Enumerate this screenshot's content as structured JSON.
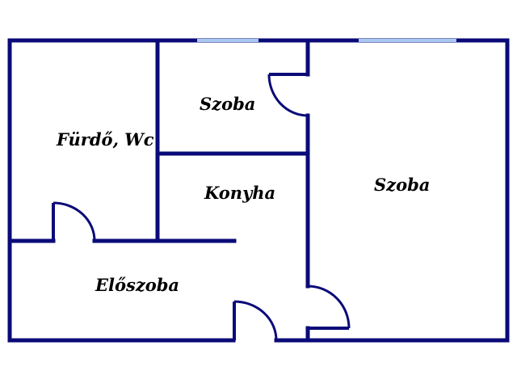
{
  "colors": {
    "wall": "#0a0a78",
    "window": "#a8c8f0",
    "background": "#ffffff",
    "label": "#000000"
  },
  "rooms": {
    "bathroom": "Fürdő, Wc",
    "small_room": "Szoba",
    "kitchen": "Konyha",
    "large_room": "Szoba",
    "hallway": "Előszoba"
  }
}
